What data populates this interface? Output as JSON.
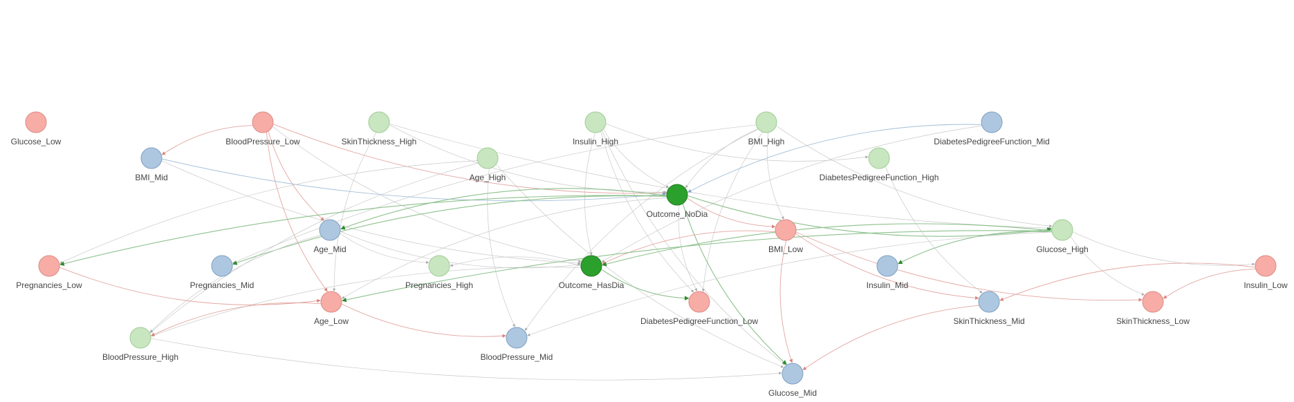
{
  "colors": {
    "low": "#f8aca6",
    "low_stroke": "#d98a84",
    "mid": "#aec7e0",
    "mid_stroke": "#7d9fbf",
    "high": "#c8e6c0",
    "high_stroke": "#9fcb95",
    "outcome": "#2ca02c",
    "outcome_stroke": "#1e7a1e",
    "edge_red": "#e2a5a0",
    "edge_green": "#8cc08c",
    "edge_gray": "#c8c8c8",
    "edge_blue": "#a4bfd8"
  },
  "nodes": [
    {
      "id": "Glucose_Low",
      "label": "Glucose_Low",
      "group": "low"
    },
    {
      "id": "BloodPressure_Low",
      "label": "BloodPressure_Low",
      "group": "low"
    },
    {
      "id": "SkinThickness_High",
      "label": "SkinThickness_High",
      "group": "high"
    },
    {
      "id": "Insulin_High",
      "label": "Insulin_High",
      "group": "high"
    },
    {
      "id": "BMI_High",
      "label": "BMI_High",
      "group": "high"
    },
    {
      "id": "DiabetesPedigreeFunction_Mid",
      "label": "DiabetesPedigreeFunction_Mid",
      "group": "mid"
    },
    {
      "id": "BMI_Mid",
      "label": "BMI_Mid",
      "group": "mid"
    },
    {
      "id": "Age_High",
      "label": "Age_High",
      "group": "high"
    },
    {
      "id": "DiabetesPedigreeFunction_High",
      "label": "DiabetesPedigreeFunction_High",
      "group": "high"
    },
    {
      "id": "Outcome_NoDia",
      "label": "Outcome_NoDia",
      "group": "outcome"
    },
    {
      "id": "Age_Mid",
      "label": "Age_Mid",
      "group": "mid"
    },
    {
      "id": "BMI_Low",
      "label": "BMI_Low",
      "group": "low"
    },
    {
      "id": "Glucose_High",
      "label": "Glucose_High",
      "group": "high"
    },
    {
      "id": "Pregnancies_Low",
      "label": "Pregnancies_Low",
      "group": "low"
    },
    {
      "id": "Pregnancies_Mid",
      "label": "Pregnancies_Mid",
      "group": "mid"
    },
    {
      "id": "Pregnancies_High",
      "label": "Pregnancies_High",
      "group": "high"
    },
    {
      "id": "Outcome_HasDia",
      "label": "Outcome_HasDia",
      "group": "outcome"
    },
    {
      "id": "Insulin_Mid",
      "label": "Insulin_Mid",
      "group": "mid"
    },
    {
      "id": "Insulin_Low",
      "label": "Insulin_Low",
      "group": "low"
    },
    {
      "id": "Age_Low",
      "label": "Age_Low",
      "group": "low"
    },
    {
      "id": "DiabetesPedigreeFunction_Low",
      "label": "DiabetesPedigreeFunction_Low",
      "group": "low"
    },
    {
      "id": "SkinThickness_Mid",
      "label": "SkinThickness_Mid",
      "group": "mid"
    },
    {
      "id": "SkinThickness_Low",
      "label": "SkinThickness_Low",
      "group": "low"
    },
    {
      "id": "BloodPressure_High",
      "label": "BloodPressure_High",
      "group": "high"
    },
    {
      "id": "BloodPressure_Mid",
      "label": "BloodPressure_Mid",
      "group": "mid"
    },
    {
      "id": "Glucose_Mid",
      "label": "Glucose_Mid",
      "group": "mid"
    }
  ],
  "edges": [
    {
      "from": "BloodPressure_Low",
      "to": "BMI_Mid",
      "color": "red"
    },
    {
      "from": "BloodPressure_Low",
      "to": "Age_Mid",
      "color": "red"
    },
    {
      "from": "BloodPressure_Low",
      "to": "Age_Low",
      "color": "red"
    },
    {
      "from": "BloodPressure_Low",
      "to": "Outcome_NoDia",
      "color": "red"
    },
    {
      "from": "BloodPressure_Low",
      "to": "Outcome_HasDia",
      "color": "gray"
    },
    {
      "from": "SkinThickness_High",
      "to": "Outcome_NoDia",
      "color": "gray"
    },
    {
      "from": "SkinThickness_High",
      "to": "Age_Low",
      "color": "gray"
    },
    {
      "from": "SkinThickness_High",
      "to": "Glucose_High",
      "color": "gray"
    },
    {
      "from": "Insulin_High",
      "to": "Outcome_NoDia",
      "color": "gray"
    },
    {
      "from": "Insulin_High",
      "to": "Outcome_HasDia",
      "color": "gray"
    },
    {
      "from": "Insulin_High",
      "to": "Glucose_Mid",
      "color": "gray"
    },
    {
      "from": "Insulin_High",
      "to": "DiabetesPedigreeFunction_High",
      "color": "gray"
    },
    {
      "from": "Insulin_High",
      "to": "DiabetesPedigreeFunction_Low",
      "color": "gray"
    },
    {
      "from": "BMI_High",
      "to": "Outcome_NoDia",
      "color": "gray"
    },
    {
      "from": "BMI_High",
      "to": "BMI_Low",
      "color": "gray"
    },
    {
      "from": "BMI_High",
      "to": "Glucose_High",
      "color": "gray"
    },
    {
      "from": "BMI_High",
      "to": "BloodPressure_Mid",
      "color": "gray"
    },
    {
      "from": "BMI_High",
      "to": "Pregnancies_Mid",
      "color": "gray"
    },
    {
      "from": "BMI_High",
      "to": "DiabetesPedigreeFunction_Low",
      "color": "gray"
    },
    {
      "from": "DiabetesPedigreeFunction_Mid",
      "to": "Outcome_NoDia",
      "color": "blue"
    },
    {
      "from": "DiabetesPedigreeFunction_Mid",
      "to": "Outcome_HasDia",
      "color": "gray"
    },
    {
      "from": "BMI_Mid",
      "to": "Outcome_NoDia",
      "color": "blue"
    },
    {
      "from": "BMI_Mid",
      "to": "Outcome_HasDia",
      "color": "gray"
    },
    {
      "from": "Age_High",
      "to": "Pregnancies_Low",
      "color": "gray"
    },
    {
      "from": "Age_High",
      "to": "BloodPressure_Mid",
      "color": "gray"
    },
    {
      "from": "Age_High",
      "to": "Glucose_Mid",
      "color": "gray"
    },
    {
      "from": "Age_High",
      "to": "BloodPressure_High",
      "color": "gray"
    },
    {
      "from": "Outcome_NoDia",
      "to": "Age_Mid",
      "color": "green"
    },
    {
      "from": "Outcome_NoDia",
      "to": "Pregnancies_Low",
      "color": "green"
    },
    {
      "from": "Outcome_NoDia",
      "to": "Pregnancies_Mid",
      "color": "green"
    },
    {
      "from": "Outcome_NoDia",
      "to": "Glucose_High",
      "color": "green"
    },
    {
      "from": "Outcome_NoDia",
      "to": "BMI_Low",
      "color": "red"
    },
    {
      "from": "Outcome_NoDia",
      "to": "Glucose_Mid",
      "color": "green"
    },
    {
      "from": "Outcome_NoDia",
      "to": "DiabetesPedigreeFunction_Low",
      "color": "gray"
    },
    {
      "from": "Outcome_NoDia",
      "to": "Age_Low",
      "color": "gray"
    },
    {
      "from": "Age_Mid",
      "to": "Outcome_HasDia",
      "color": "gray"
    },
    {
      "from": "Age_Mid",
      "to": "Pregnancies_High",
      "color": "gray"
    },
    {
      "from": "Age_Mid",
      "to": "BloodPressure_High",
      "color": "gray"
    },
    {
      "from": "BMI_Low",
      "to": "Outcome_HasDia",
      "color": "red"
    },
    {
      "from": "BMI_Low",
      "to": "SkinThickness_Mid",
      "color": "red"
    },
    {
      "from": "BMI_Low",
      "to": "SkinThickness_Low",
      "color": "red"
    },
    {
      "from": "BMI_Low",
      "to": "Glucose_Mid",
      "color": "red"
    },
    {
      "from": "Glucose_High",
      "to": "Outcome_HasDia",
      "color": "green"
    },
    {
      "from": "Glucose_High",
      "to": "Insulin_Mid",
      "color": "green"
    },
    {
      "from": "Glucose_High",
      "to": "SkinThickness_Low",
      "color": "gray"
    },
    {
      "from": "Glucose_High",
      "to": "Insulin_Low",
      "color": "gray"
    },
    {
      "from": "Glucose_High",
      "to": "Age_Low",
      "color": "green"
    },
    {
      "from": "Glucose_High",
      "to": "BloodPressure_Mid",
      "color": "gray"
    },
    {
      "from": "Outcome_HasDia",
      "to": "DiabetesPedigreeFunction_Low",
      "color": "green"
    },
    {
      "from": "Outcome_HasDia",
      "to": "Pregnancies_High",
      "color": "gray"
    },
    {
      "from": "Outcome_HasDia",
      "to": "BloodPressure_High",
      "color": "gray"
    },
    {
      "from": "Pregnancies_Low",
      "to": "Age_Low",
      "color": "red"
    },
    {
      "from": "Age_Low",
      "to": "BloodPressure_Mid",
      "color": "red"
    },
    {
      "from": "Age_Low",
      "to": "BloodPressure_High",
      "color": "red"
    },
    {
      "from": "BloodPressure_High",
      "to": "Glucose_Mid",
      "color": "gray"
    },
    {
      "from": "Insulin_Low",
      "to": "SkinThickness_Mid",
      "color": "red"
    },
    {
      "from": "Insulin_Low",
      "to": "SkinThickness_Low",
      "color": "red"
    },
    {
      "from": "SkinThickness_Mid",
      "to": "Glucose_Mid",
      "color": "red"
    },
    {
      "from": "DiabetesPedigreeFunction_High",
      "to": "SkinThickness_Mid",
      "color": "gray"
    }
  ]
}
